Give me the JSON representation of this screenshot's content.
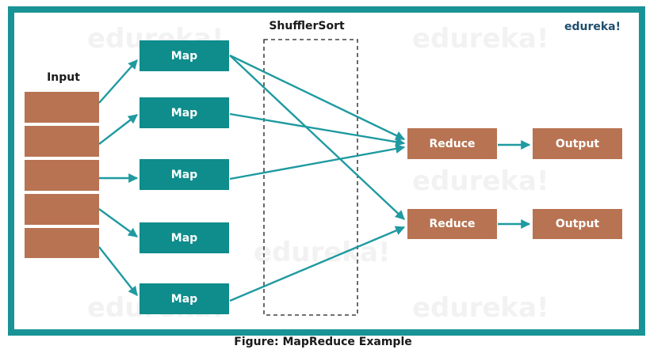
{
  "colors": {
    "frame": "#1a9396",
    "map_box": "#0f8c8c",
    "reduce_box": "#b87352",
    "input_block": "#b87352",
    "arrow": "#1f9aa0",
    "label_text": "#ffffff",
    "brand": "#1e4f6e"
  },
  "watermark": "edureka!",
  "input": {
    "label": "Input",
    "block_count": 5
  },
  "shuffle": {
    "label": "ShufflerSort"
  },
  "maps": [
    {
      "label": "Map"
    },
    {
      "label": "Map"
    },
    {
      "label": "Map"
    },
    {
      "label": "Map"
    },
    {
      "label": "Map"
    }
  ],
  "reducers": [
    {
      "label": "Reduce"
    },
    {
      "label": "Reduce"
    }
  ],
  "outputs": [
    {
      "label": "Output"
    },
    {
      "label": "Output"
    }
  ],
  "caption": "Figure: MapReduce Example"
}
